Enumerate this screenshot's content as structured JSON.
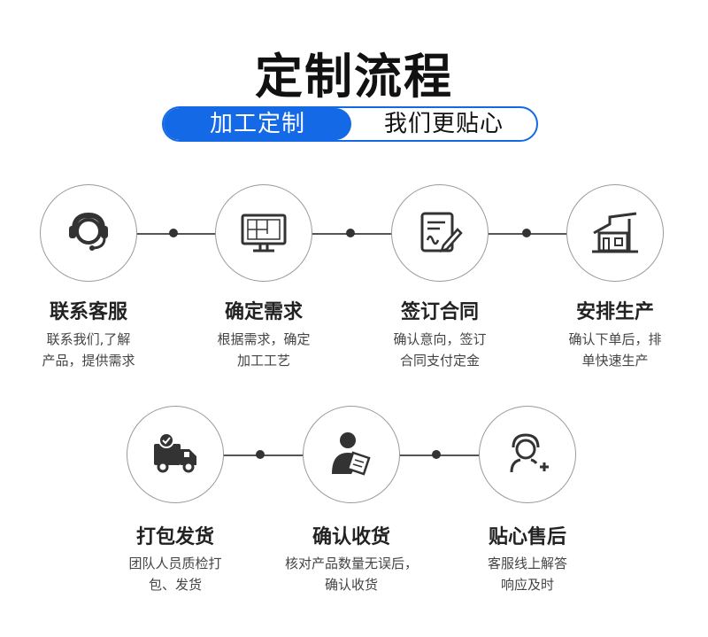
{
  "header": {
    "title": "定制流程",
    "pill_left": "加工定制",
    "pill_right": "我们更贴心"
  },
  "colors": {
    "accent": "#1469e6",
    "icon": "#333333",
    "circle_border": "#9a9a9a"
  },
  "steps": [
    {
      "title": "联系客服",
      "desc1": "联系我们,了解",
      "desc2": "产品，提供需求",
      "icon": "headset-icon"
    },
    {
      "title": "确定需求",
      "desc1": "根据需求，确定",
      "desc2": "加工工艺",
      "icon": "monitor-blueprint-icon"
    },
    {
      "title": "签订合同",
      "desc1": "确认意向，签订",
      "desc2": "合同支付定金",
      "icon": "contract-sign-icon"
    },
    {
      "title": "安排生产",
      "desc1": "确认下单后，排",
      "desc2": "单快速生产",
      "icon": "factory-icon"
    },
    {
      "title": "打包发货",
      "desc1": "团队人员质检打",
      "desc2": "包、发货",
      "icon": "delivery-truck-icon"
    },
    {
      "title": "确认收货",
      "desc1": "核对产品数量无误后，",
      "desc2": "确认收货",
      "icon": "person-document-icon"
    },
    {
      "title": "贴心售后",
      "desc1": "客服线上解答",
      "desc2": "响应及时",
      "icon": "support-agent-icon"
    }
  ]
}
